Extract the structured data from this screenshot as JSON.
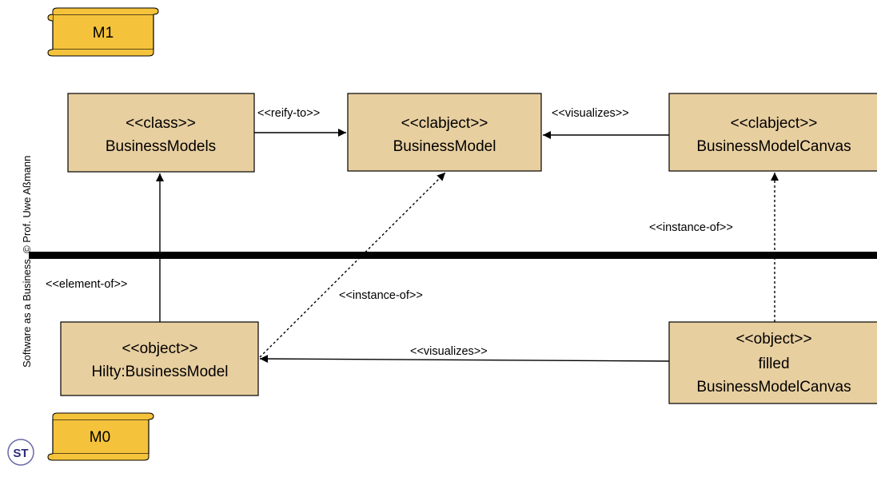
{
  "side_text": "Software as a Business, © Prof. Uwe Aßmann",
  "scrolls": {
    "m1": "M1",
    "m0": "M0"
  },
  "logo_text": "ST",
  "boxes": {
    "business_models": {
      "stereotype": "<<class>>",
      "name": "BusinessModels"
    },
    "business_model": {
      "stereotype": "<<clabject>>",
      "name": "BusinessModel"
    },
    "business_model_canvas": {
      "stereotype": "<<clabject>>",
      "name": "BusinessModelCanvas"
    },
    "hilty_business_model": {
      "stereotype": "<<object>>",
      "name": "Hilty:BusinessModel"
    },
    "filled_canvas": {
      "stereotype": "<<object>>",
      "line2": "filled",
      "name": "BusinessModelCanvas"
    }
  },
  "edges": {
    "reify_to": "<<reify-to>>",
    "visualizes_top": "<<visualizes>>",
    "instance_of_right": "<<instance-of>>",
    "element_of": "<<element-of>>",
    "instance_of_diag": "<<instance-of>>",
    "visualizes_bottom": "<<visualizes>>"
  },
  "colors": {
    "box_fill": "#e8cfa0",
    "scroll_fill": "#f5c33b",
    "divider": "#000000"
  }
}
